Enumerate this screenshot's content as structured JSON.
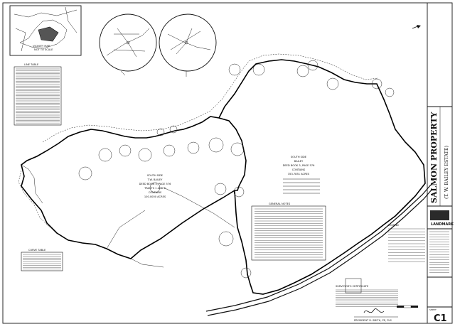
{
  "title_block": {
    "project_title": "SALMON PROPERTY",
    "project_subtitle": "(T. W. BAILEY ESTATE)",
    "firm_logo": "LANDMARK",
    "sheet_label": "SHEET",
    "sheet_number": "C1"
  },
  "vicinity_map": {
    "label": "VICINITY MAP",
    "note": "NOT TO SCALE"
  },
  "tracts": {
    "south_tract": {
      "line1": "SOUTH SIDE",
      "line2": "T.W. BAILEY",
      "line3": "DEED BOOK 3, PAGE 576",
      "line4": "TRACTS 1 AND 2",
      "line5": "CONTAINS",
      "line6": "100.0000 ACRES"
    },
    "north_tract": {
      "line1": "SOUTH SIDE",
      "line2": "BAILEY",
      "line3": "DEED BOOK 3, PAGE 576",
      "line4": "CONTAINS",
      "line5": "353.7851 ACRES"
    }
  },
  "tables": {
    "line_table_title": "LINE TABLE",
    "curve_table_title": "CURVE TABLE"
  },
  "notes": {
    "general_notes_title": "GENERAL NOTES",
    "legend_title": "LEGEND",
    "surveyor_cert_title": "SURVEYOR'S CERTIFICATE",
    "surveyor_name": "PRESIDENT R. SMITH, PE, PLS"
  },
  "colors": {
    "ink": "#111111",
    "paper": "#ffffff",
    "logo_fill": "#2a2a2a"
  }
}
